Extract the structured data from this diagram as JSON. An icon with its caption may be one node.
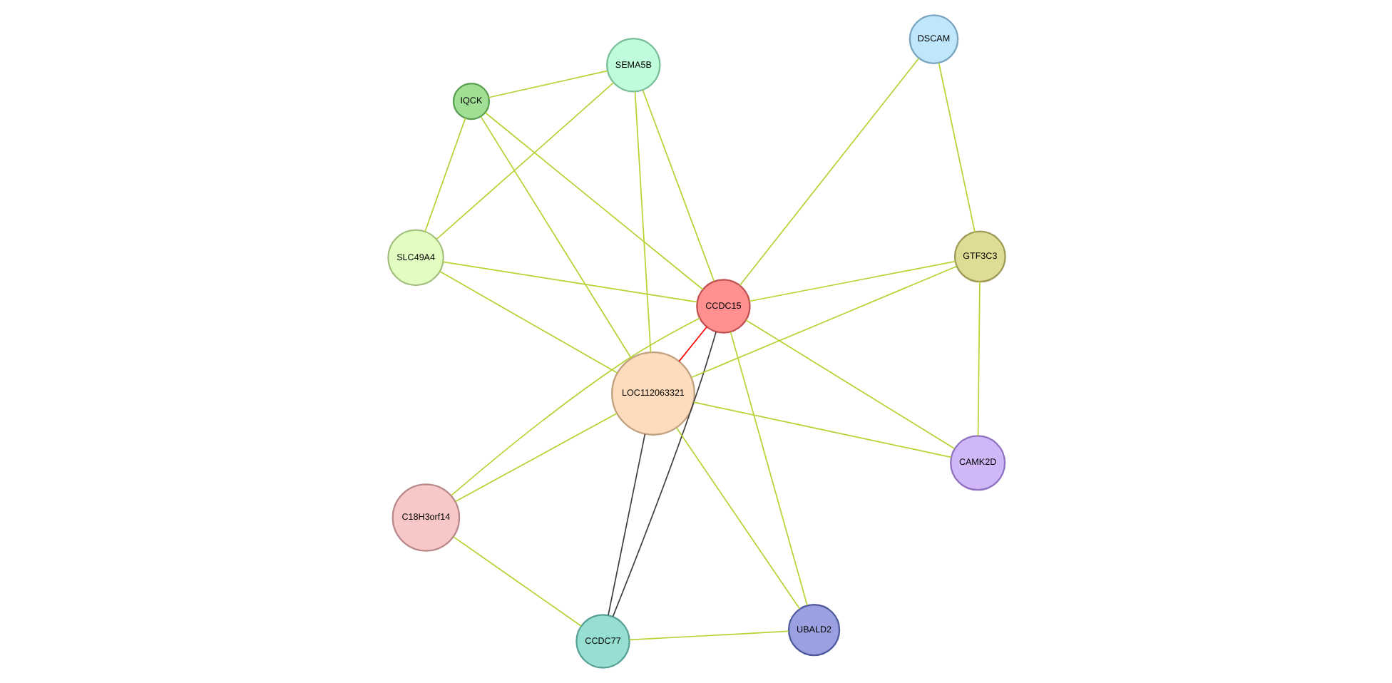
{
  "diagram": {
    "nodes": [
      {
        "text": [
          "IQCK"
        ]
      },
      {
        "text": [
          "SEMA5B"
        ]
      },
      {
        "text": [
          "SLC49A4"
        ]
      },
      {
        "text": [
          "DSCAM"
        ]
      },
      {
        "text": [
          "CCDC15"
        ]
      },
      {
        "text": [
          "LOC112063321"
        ]
      },
      {
        "text": [
          "C18H3orf14"
        ]
      },
      {
        "text": [
          "GTF3C3"
        ]
      },
      {
        "text": [
          "CCDC77"
        ]
      },
      {
        "text": [
          "CAMK2D"
        ]
      },
      {
        "text": [
          "UBALD2"
        ]
      }
    ],
    "edges": [
      {
        "from": 0,
        "to": 1,
        "arrow": "none"
      },
      {
        "from": 0,
        "to": 2,
        "arrow": "none"
      },
      {
        "from": 1,
        "to": 2,
        "arrow": "none"
      },
      {
        "from": 0,
        "to": 4,
        "arrow": "none"
      },
      {
        "from": 0,
        "to": 5,
        "arrow": "none"
      },
      {
        "from": 1,
        "to": 4,
        "arrow": "none"
      },
      {
        "from": 1,
        "to": 5,
        "arrow": "none"
      },
      {
        "from": 2,
        "to": 4,
        "arrow": "none"
      },
      {
        "from": 2,
        "to": 5,
        "arrow": "none"
      },
      {
        "from": 3,
        "to": 4,
        "arrow": "none"
      },
      {
        "from": 3,
        "to": 7,
        "arrow": "none"
      },
      {
        "from": 4,
        "to": 5,
        "arrow": "none",
        "color": "#ff0000"
      },
      {
        "from": 4,
        "to": 6,
        "arrow": "none"
      },
      {
        "from": 5,
        "to": 6,
        "arrow": "none"
      },
      {
        "from": 4,
        "to": 8,
        "arrow": "none",
        "color": "#404040"
      },
      {
        "from": 5,
        "to": 8,
        "arrow": "none",
        "color": "#404040"
      },
      {
        "from": 6,
        "to": 8,
        "arrow": "none"
      },
      {
        "from": 4,
        "to": 7,
        "arrow": "none"
      },
      {
        "from": 5,
        "to": 7,
        "arrow": "none"
      },
      {
        "from": 4,
        "to": 9,
        "arrow": "none"
      },
      {
        "from": 5,
        "to": 9,
        "arrow": "none"
      },
      {
        "from": 4,
        "to": 10,
        "arrow": "none"
      },
      {
        "from": 5,
        "to": 10,
        "arrow": "none"
      },
      {
        "from": 7,
        "to": 9,
        "arrow": "none"
      },
      {
        "from": 8,
        "to": 10,
        "arrow": "none"
      }
    ]
  }
}
